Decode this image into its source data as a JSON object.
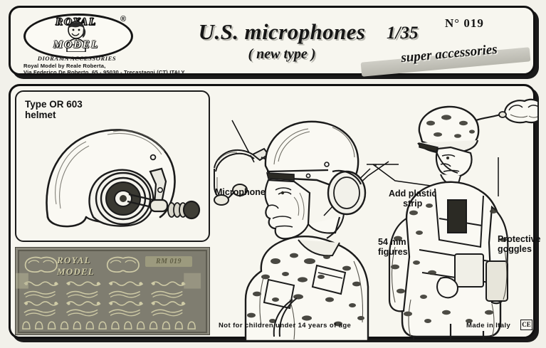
{
  "header": {
    "brand": {
      "royal": "ROYAL",
      "model": "MODEL",
      "registered": "®",
      "subtitle": "DIORAMA ACCESSORIES",
      "address_line1": "Royal Model by Reale Roberta,",
      "address_line2": "Via Federico De Roberto, 65 - 95030 - Trecastagni (CT) ITALY"
    },
    "title": "U.S. microphones",
    "subtitle": "( new type )",
    "scale": "1/35",
    "part_number": "N° 019",
    "banner": "super accessories"
  },
  "helmet_panel": {
    "label_line1": "Type OR 603",
    "label_line2": "helmet"
  },
  "fret": {
    "brand_line1": "ROYAL",
    "brand_line2": "MODEL",
    "code": "RM 019"
  },
  "callouts": {
    "microphone": "Microphone",
    "figures_line1": "54 mm",
    "figures_line2": "figures",
    "plastic_strip_line1": "Add plastic",
    "plastic_strip_line2": "strip",
    "goggles_line1": "Protective",
    "goggles_line2": "goggles"
  },
  "footer": {
    "warning": "Not for children under 14 years of age",
    "origin": "Made in Italy",
    "ce_mark": "CE"
  },
  "colors": {
    "paper": "#f7f6ef",
    "ink": "#111111",
    "fret_metal": "#7f7d70",
    "fret_etch": "#cfcba6",
    "banner_gray": "#c5c4bc"
  }
}
